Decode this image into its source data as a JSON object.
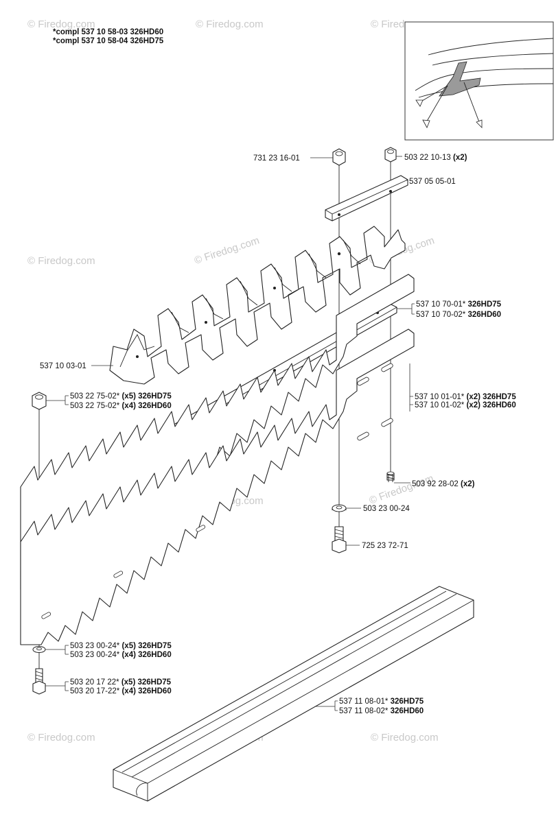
{
  "header": {
    "line1": {
      "prefix": "*compl 537 10 58-03 ",
      "model": "326HD60"
    },
    "line2": {
      "prefix": "*compl 537 10 58-04 ",
      "model": "326HD75"
    }
  },
  "watermark": "© Firedog.com",
  "parts": [
    {
      "id": "nut_top",
      "code": "731 23 16-01",
      "qty": "",
      "model": ""
    },
    {
      "id": "nut_right",
      "code": "503 22 10-13",
      "qty": "(x2)",
      "model": ""
    },
    {
      "id": "plate",
      "code": "537 05 05-01",
      "qty": "",
      "model": ""
    },
    {
      "id": "bar_a",
      "code": "537 10 70-01*",
      "qty": "",
      "model": "326HD75"
    },
    {
      "id": "bar_b",
      "code": "537 10 70-02*",
      "qty": "",
      "model": "326HD60"
    },
    {
      "id": "blade_top",
      "code": "537 10 03-01",
      "qty": "",
      "model": ""
    },
    {
      "id": "nut_left_a",
      "code": "503 22 75-02*",
      "qty": "(x5)",
      "model": "326HD75"
    },
    {
      "id": "nut_left_b",
      "code": "503 22 75-02*",
      "qty": "(x4)",
      "model": "326HD60"
    },
    {
      "id": "blade_a",
      "code": "537 10 01-01*",
      "qty": "(x2)",
      "model": "326HD75"
    },
    {
      "id": "blade_b",
      "code": "537 10 01-02*",
      "qty": "(x2)",
      "model": "326HD60"
    },
    {
      "id": "screw_right",
      "code": "503 92 28-02",
      "qty": "(x2)",
      "model": ""
    },
    {
      "id": "washer_mid",
      "code": "503 23 00-24",
      "qty": "",
      "model": ""
    },
    {
      "id": "bolt_mid",
      "code": "725 23 72-71",
      "qty": "",
      "model": ""
    },
    {
      "id": "washer_left_a",
      "code": "503 23 00-24*",
      "qty": "(x5)",
      "model": "326HD75"
    },
    {
      "id": "washer_left_b",
      "code": "503 23 00-24*",
      "qty": "(x4)",
      "model": "326HD60"
    },
    {
      "id": "bolt_left_a",
      "code": "503 20 17 22*",
      "qty": "(x5)",
      "model": "326HD75"
    },
    {
      "id": "bolt_left_b",
      "code": "503 20 17-22*",
      "qty": "(x4)",
      "model": "326HD60"
    },
    {
      "id": "guard_a",
      "code": "537 11 08-01*",
      "qty": "",
      "model": "326HD75"
    },
    {
      "id": "guard_b",
      "code": "537 11 08-02*",
      "qty": "",
      "model": "326HD60"
    }
  ]
}
